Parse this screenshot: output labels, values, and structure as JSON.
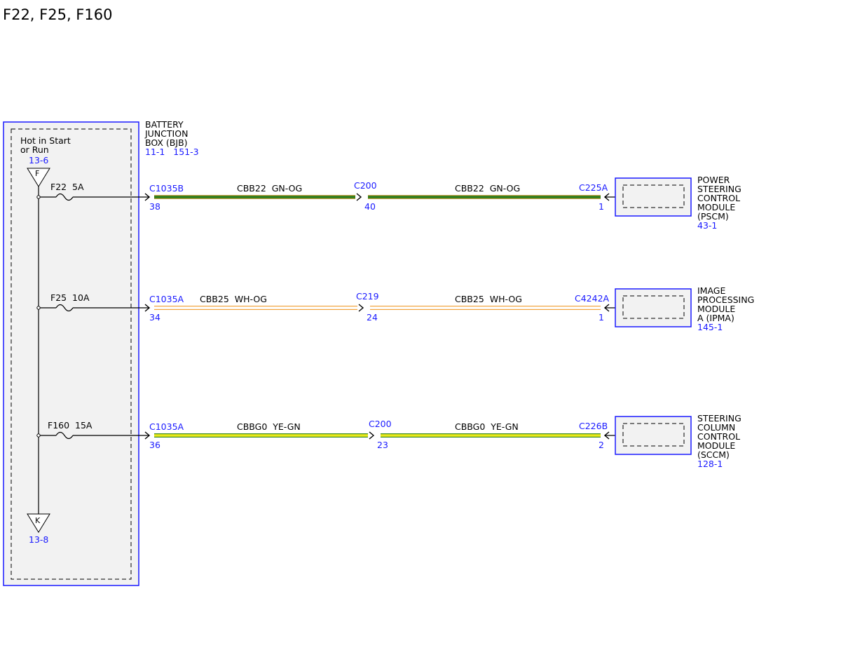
{
  "title": "F22, F25, F160",
  "bjb": {
    "name_lines": [
      "BATTERY",
      "JUNCTION",
      "BOX (BJB)"
    ],
    "refs": "11-1   151-3",
    "hot_lines": [
      "Hot in Start",
      "or Run"
    ],
    "top_tag": {
      "letter": "F",
      "ref": "13-6"
    },
    "bottom_tag": {
      "letter": "K",
      "ref": "13-8"
    }
  },
  "circuits": [
    {
      "fuse": "F22  5A",
      "start_connector": "C1035B",
      "start_pin": "38",
      "wire1_label": "CBB22  GN-OG",
      "mid_connector": "C200",
      "mid_pin": "40",
      "wire2_label": "CBB22  GN-OG",
      "end_connector": "C225A",
      "end_pin": "1",
      "module_lines": [
        "POWER",
        "STEERING",
        "CONTROL",
        "MODULE",
        "(PSCM)"
      ],
      "module_ref": "43-1",
      "wire_colors": [
        "#2e7d1b",
        "#c8a24a"
      ]
    },
    {
      "fuse": "F25  10A",
      "start_connector": "C1035A",
      "start_pin": "34",
      "wire1_label": "CBB25  WH-OG",
      "mid_connector": "C219",
      "mid_pin": "24",
      "wire2_label": "CBB25  WH-OG",
      "end_connector": "C4242A",
      "end_pin": "1",
      "module_lines": [
        "IMAGE",
        "PROCESSING",
        "MODULE",
        "A (IPMA)"
      ],
      "module_ref": "145-1",
      "wire_colors": [
        "#ffffff",
        "#f2a33a"
      ]
    },
    {
      "fuse": "F160  15A",
      "start_connector": "C1035A",
      "start_pin": "36",
      "wire1_label": "CBBG0  YE-GN",
      "mid_connector": "C200",
      "mid_pin": "23",
      "wire2_label": "CBBG0  YE-GN",
      "end_connector": "C226B",
      "end_pin": "2",
      "module_lines": [
        "STEERING",
        "COLUMN",
        "CONTROL",
        "MODULE",
        "(SCCM)"
      ],
      "module_ref": "128-1",
      "wire_colors": [
        "#e8e81a",
        "#3a8a2a"
      ]
    }
  ],
  "colors": {
    "box_border": "#1a1aff",
    "text_blue": "#1a1aff",
    "box_fill": "#f2f2f2"
  }
}
